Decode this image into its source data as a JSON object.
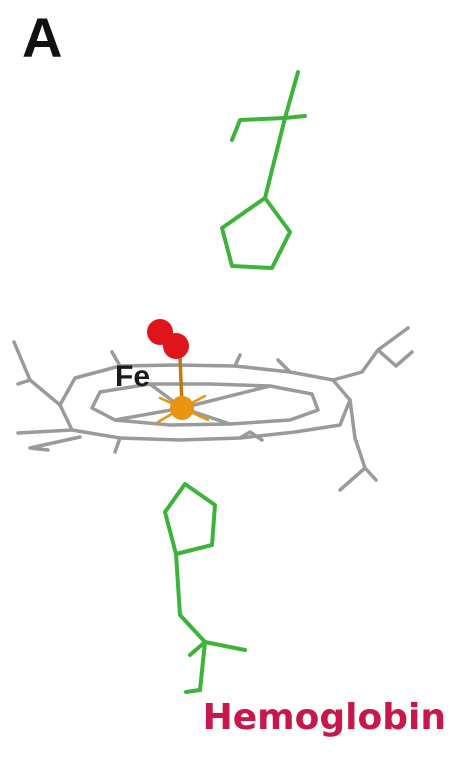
{
  "figure": {
    "panel_label": "A",
    "metal_label": "Fe",
    "caption": "Hemoglobin",
    "colors": {
      "histidine": "#3db33a",
      "heme": "#9a9a9a",
      "iron": "#e8940f",
      "oxygen": "#e0151b",
      "caption": "#c8174b",
      "text": "#1a1a1a"
    }
  }
}
